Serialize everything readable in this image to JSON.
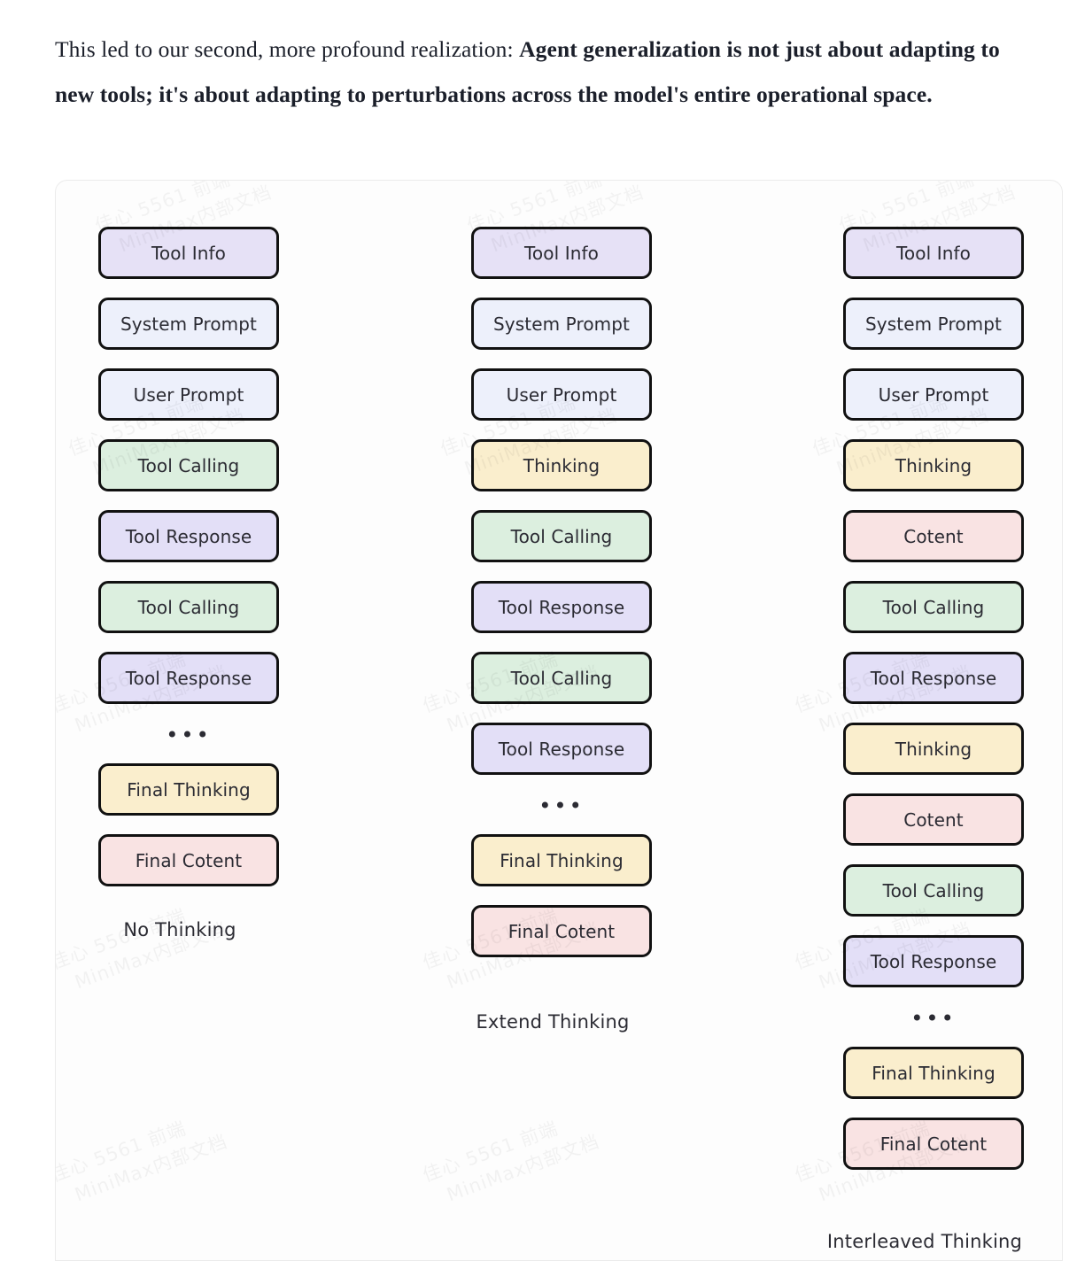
{
  "intro": {
    "normal_text": "This led to our second, more profound realization: ",
    "bold_text": "Agent generalization is not just about adapting to new tools; it's about adapting to perturbations across the model's entire operational space."
  },
  "watermark": {
    "line1": "佳心 5561 前端",
    "line2": "MiniMax内部文档"
  },
  "colors": {
    "tool_info": "#e6e1f6",
    "system_prompt": "#edf0fb",
    "user_prompt": "#edf0fb",
    "thinking": "#faeecd",
    "tool_calling": "#dcefdf",
    "tool_response": "#e3dff7",
    "content": "#f9e3e3",
    "node_border": "#111111",
    "text": "#2b2b33",
    "card_border": "#ebebeb"
  },
  "figure": {
    "ellipsis_glyph": "•••",
    "columns": [
      {
        "label": "No Thinking",
        "nodes": [
          {
            "text": "Tool Info",
            "kind": "tool-info"
          },
          {
            "text": "System Prompt",
            "kind": "system-prompt"
          },
          {
            "text": "User Prompt",
            "kind": "user-prompt"
          },
          {
            "text": "Tool Calling",
            "kind": "tool-calling"
          },
          {
            "text": "Tool Response",
            "kind": "tool-response"
          },
          {
            "text": "Tool Calling",
            "kind": "tool-calling"
          },
          {
            "text": "Tool Response",
            "kind": "tool-response"
          },
          {
            "text": "•••",
            "kind": "ellipsis"
          },
          {
            "text": "Final Thinking",
            "kind": "thinking"
          },
          {
            "text": "Final Cotent",
            "kind": "content"
          }
        ]
      },
      {
        "label": "Extend Thinking",
        "nodes": [
          {
            "text": "Tool Info",
            "kind": "tool-info"
          },
          {
            "text": "System Prompt",
            "kind": "system-prompt"
          },
          {
            "text": "User Prompt",
            "kind": "user-prompt"
          },
          {
            "text": "Thinking",
            "kind": "thinking"
          },
          {
            "text": "Tool Calling",
            "kind": "tool-calling"
          },
          {
            "text": "Tool Response",
            "kind": "tool-response"
          },
          {
            "text": "Tool Calling",
            "kind": "tool-calling"
          },
          {
            "text": "Tool Response",
            "kind": "tool-response"
          },
          {
            "text": "•••",
            "kind": "ellipsis"
          },
          {
            "text": "Final Thinking",
            "kind": "thinking"
          },
          {
            "text": "Final Cotent",
            "kind": "content"
          }
        ]
      },
      {
        "label": "Interleaved Thinking",
        "nodes": [
          {
            "text": "Tool Info",
            "kind": "tool-info"
          },
          {
            "text": "System Prompt",
            "kind": "system-prompt"
          },
          {
            "text": "User Prompt",
            "kind": "user-prompt"
          },
          {
            "text": "Thinking",
            "kind": "thinking"
          },
          {
            "text": "Cotent",
            "kind": "content"
          },
          {
            "text": "Tool Calling",
            "kind": "tool-calling"
          },
          {
            "text": "Tool Response",
            "kind": "tool-response"
          },
          {
            "text": "Thinking",
            "kind": "thinking"
          },
          {
            "text": "Cotent",
            "kind": "content"
          },
          {
            "text": "Tool Calling",
            "kind": "tool-calling"
          },
          {
            "text": "Tool Response",
            "kind": "tool-response"
          },
          {
            "text": "•••",
            "kind": "ellipsis"
          },
          {
            "text": "Final Thinking",
            "kind": "thinking"
          },
          {
            "text": "Final Cotent",
            "kind": "content"
          }
        ]
      }
    ]
  }
}
